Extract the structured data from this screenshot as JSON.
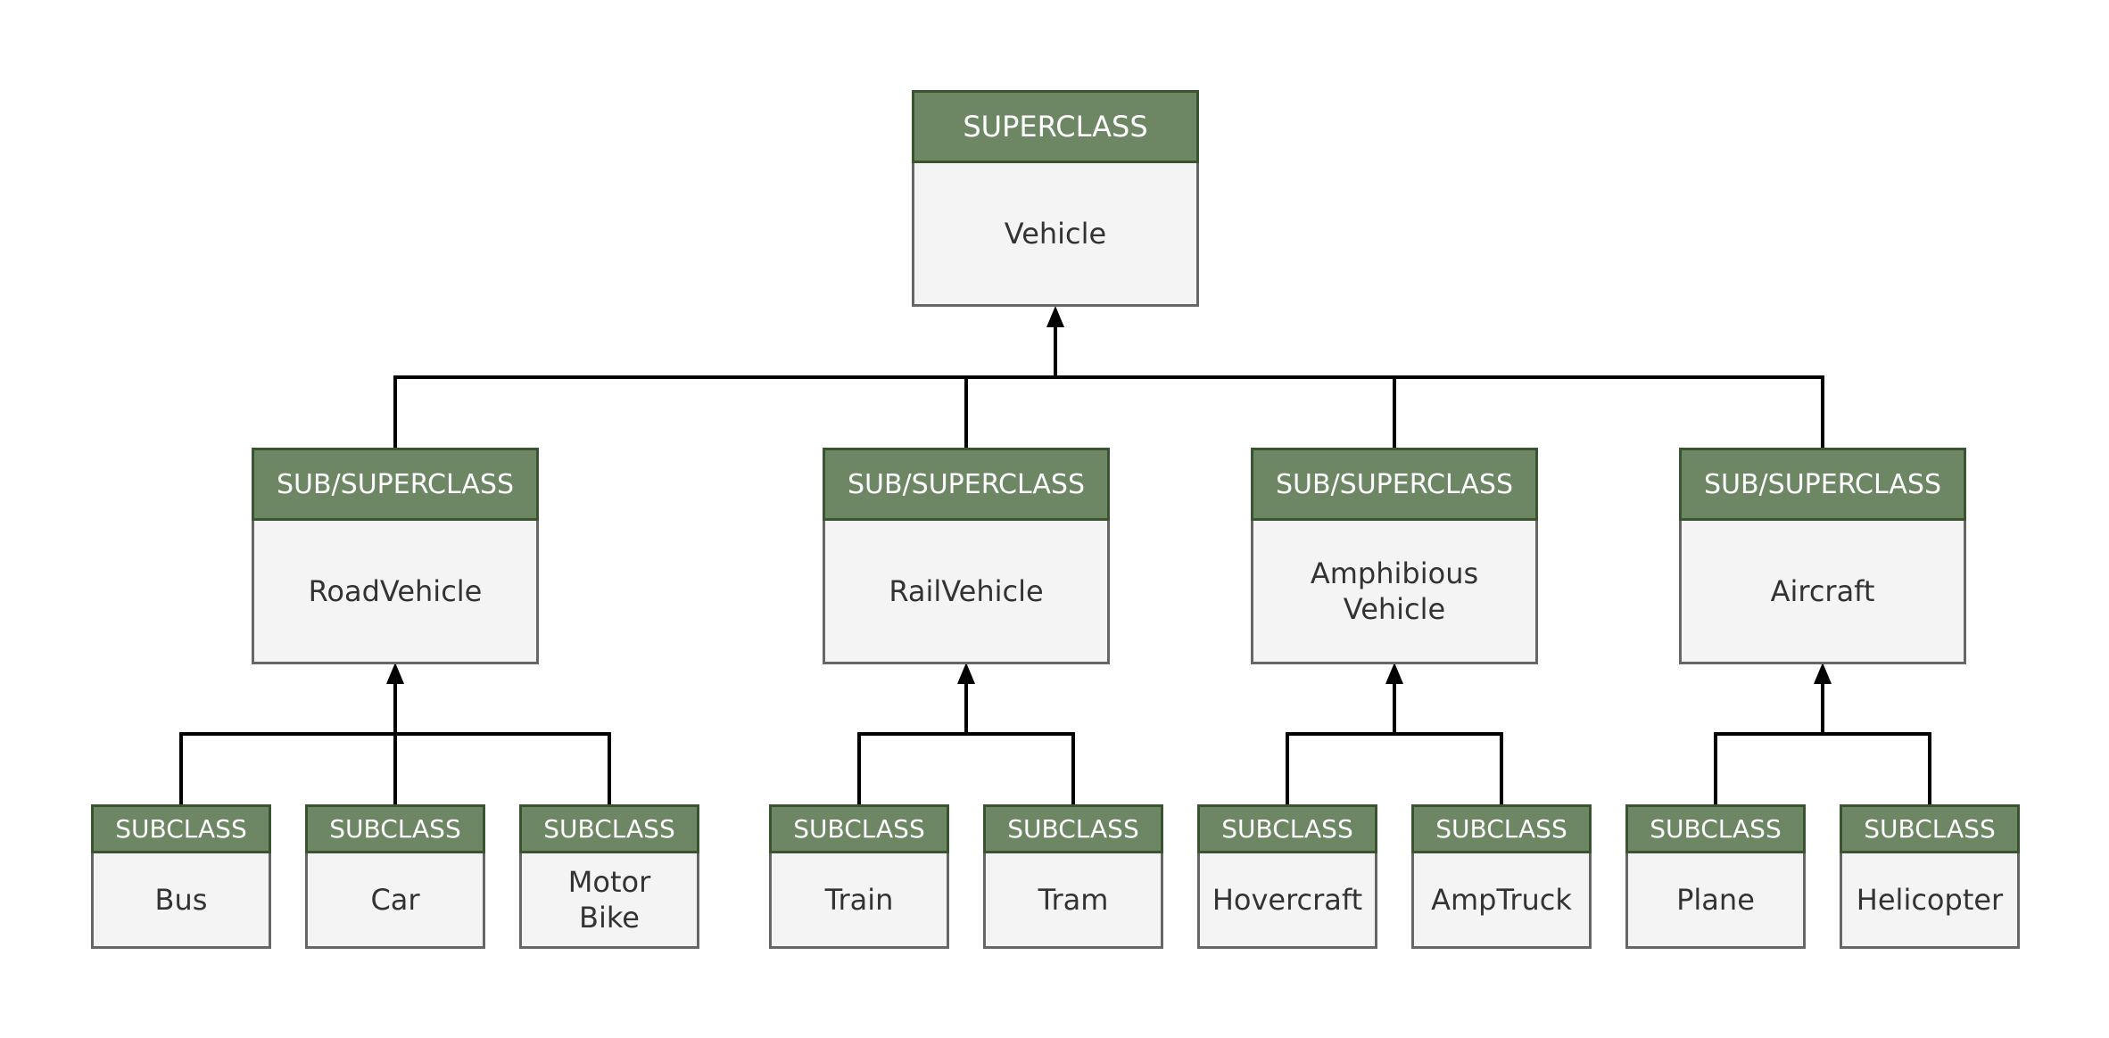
{
  "diagram": {
    "title": "Vehicle class hierarchy",
    "colors": {
      "header_fill": "#6d8764",
      "header_border": "#3a5431",
      "body_fill": "#f4f4f4",
      "body_border": "#666666",
      "connector": "#000000"
    },
    "root": {
      "stereotype": "SUPERCLASS",
      "name": "Vehicle"
    },
    "middle": [
      {
        "stereotype": "SUB/SUPERCLASS",
        "name": "RoadVehicle"
      },
      {
        "stereotype": "SUB/SUPERCLASS",
        "name": "RailVehicle"
      },
      {
        "stereotype": "SUB/SUPERCLASS",
        "name": "Amphibious\nVehicle"
      },
      {
        "stereotype": "SUB/SUPERCLASS",
        "name": "Aircraft"
      }
    ],
    "leaves": [
      {
        "stereotype": "SUBCLASS",
        "name": "Bus",
        "parent": "RoadVehicle"
      },
      {
        "stereotype": "SUBCLASS",
        "name": "Car",
        "parent": "RoadVehicle"
      },
      {
        "stereotype": "SUBCLASS",
        "name": "Motor\nBike",
        "parent": "RoadVehicle"
      },
      {
        "stereotype": "SUBCLASS",
        "name": "Train",
        "parent": "RailVehicle"
      },
      {
        "stereotype": "SUBCLASS",
        "name": "Tram",
        "parent": "RailVehicle"
      },
      {
        "stereotype": "SUBCLASS",
        "name": "Hovercraft",
        "parent": "Amphibious Vehicle"
      },
      {
        "stereotype": "SUBCLASS",
        "name": "AmpTruck",
        "parent": "Amphibious Vehicle"
      },
      {
        "stereotype": "SUBCLASS",
        "name": "Plane",
        "parent": "Aircraft"
      },
      {
        "stereotype": "SUBCLASS",
        "name": "Helicopter",
        "parent": "Aircraft"
      }
    ],
    "edges": [
      {
        "from": "RoadVehicle",
        "to": "Vehicle",
        "type": "inheritance"
      },
      {
        "from": "RailVehicle",
        "to": "Vehicle",
        "type": "inheritance"
      },
      {
        "from": "Amphibious Vehicle",
        "to": "Vehicle",
        "type": "inheritance"
      },
      {
        "from": "Aircraft",
        "to": "Vehicle",
        "type": "inheritance"
      },
      {
        "from": "Bus",
        "to": "RoadVehicle",
        "type": "inheritance"
      },
      {
        "from": "Car",
        "to": "RoadVehicle",
        "type": "inheritance"
      },
      {
        "from": "Motor Bike",
        "to": "RoadVehicle",
        "type": "inheritance"
      },
      {
        "from": "Train",
        "to": "RailVehicle",
        "type": "inheritance"
      },
      {
        "from": "Tram",
        "to": "RailVehicle",
        "type": "inheritance"
      },
      {
        "from": "Hovercraft",
        "to": "Amphibious Vehicle",
        "type": "inheritance"
      },
      {
        "from": "AmpTruck",
        "to": "Amphibious Vehicle",
        "type": "inheritance"
      },
      {
        "from": "Plane",
        "to": "Aircraft",
        "type": "inheritance"
      },
      {
        "from": "Helicopter",
        "to": "Aircraft",
        "type": "inheritance"
      }
    ]
  }
}
